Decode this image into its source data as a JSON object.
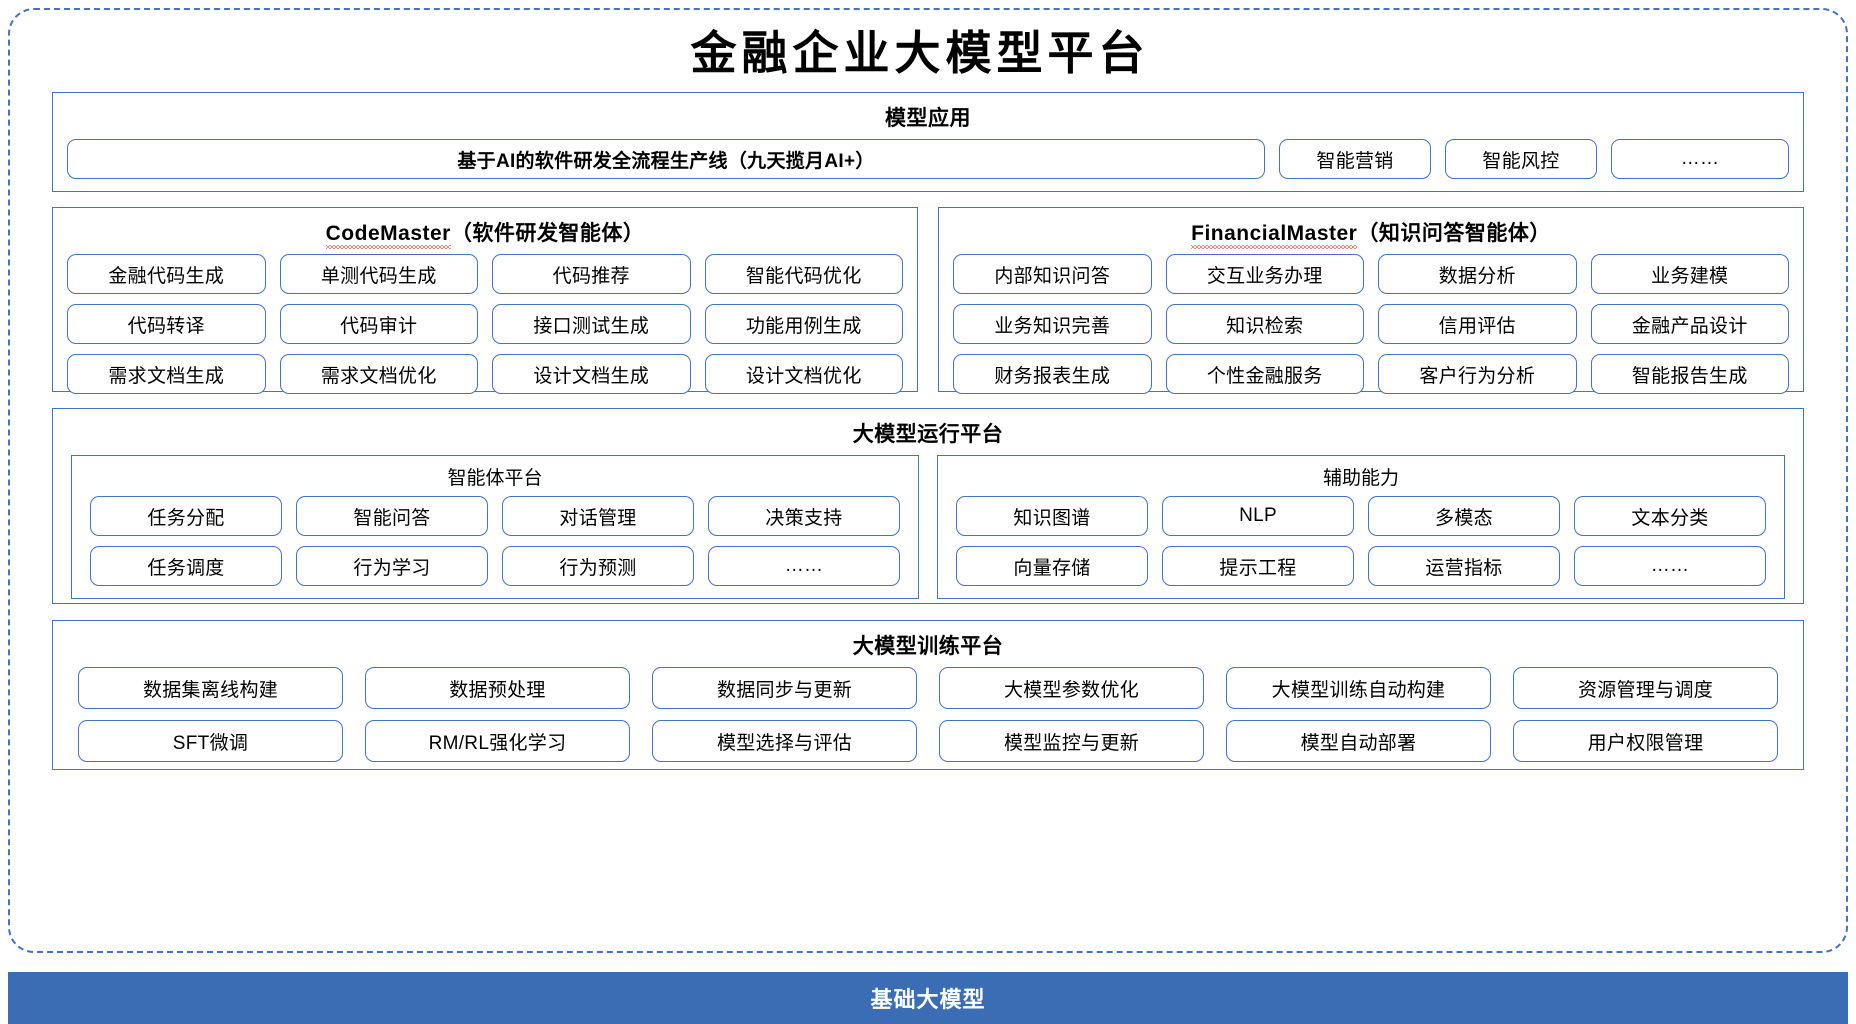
{
  "title": "金融企业大模型平台",
  "model_application": {
    "title": "模型应用",
    "main_item": "基于AI的软件研发全流程生产线（九天揽月AI+）",
    "items": [
      "智能营销",
      "智能风控",
      "……"
    ]
  },
  "code_master": {
    "name": "CodeMaster",
    "suffix": "（软件研发智能体）",
    "items": [
      "金融代码生成",
      "单测代码生成",
      "代码推荐",
      "智能代码优化",
      "代码转译",
      "代码审计",
      "接口测试生成",
      "功能用例生成",
      "需求文档生成",
      "需求文档优化",
      "设计文档生成",
      "设计文档优化"
    ]
  },
  "financial_master": {
    "name": "FinancialMaster",
    "suffix": "（知识问答智能体）",
    "items": [
      "内部知识问答",
      "交互业务办理",
      "数据分析",
      "业务建模",
      "业务知识完善",
      "知识检索",
      "信用评估",
      "金融产品设计",
      "财务报表生成",
      "个性金融服务",
      "客户行为分析",
      "智能报告生成"
    ]
  },
  "run_platform": {
    "title": "大模型运行平台",
    "agent_platform": {
      "title": "智能体平台",
      "items": [
        "任务分配",
        "智能问答",
        "对话管理",
        "决策支持",
        "任务调度",
        "行为学习",
        "行为预测",
        "……"
      ]
    },
    "aux_capability": {
      "title": "辅助能力",
      "items": [
        "知识图谱",
        "NLP",
        "多模态",
        "文本分类",
        "向量存储",
        "提示工程",
        "运营指标",
        "……"
      ]
    }
  },
  "train_platform": {
    "title": "大模型训练平台",
    "items": [
      "数据集离线构建",
      "数据预处理",
      "数据同步与更新",
      "大模型参数优化",
      "大模型训练自动构建",
      "资源管理与调度",
      "SFT微调",
      "RM/RL强化学习",
      "模型选择与评估",
      "模型监控与更新",
      "模型自动部署",
      "用户权限管理"
    ]
  },
  "footer": {
    "label": "基础大模型"
  },
  "colors": {
    "border_blue": "#4472c4",
    "footer_blue": "#3b6db5",
    "spellcheck_red": "#ff0000"
  }
}
